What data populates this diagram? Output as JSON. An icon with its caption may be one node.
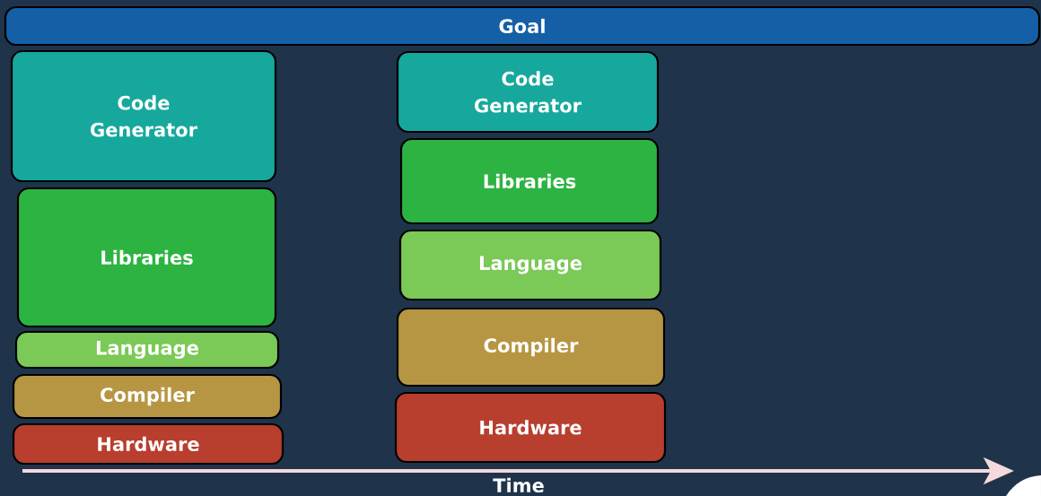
{
  "diagram": {
    "nodes": [
      {
        "text": [
          "Goal"
        ]
      },
      {
        "text": [
          "Code Generator"
        ]
      },
      {
        "text": [
          "Libraries"
        ]
      },
      {
        "text": [
          "Language"
        ]
      },
      {
        "text": [
          "Compiler"
        ]
      },
      {
        "text": [
          "Hardware"
        ]
      },
      {
        "text": [
          "Code Generator"
        ]
      },
      {
        "text": [
          "Libraries"
        ]
      },
      {
        "text": [
          "Language"
        ]
      },
      {
        "text": [
          "Compiler"
        ]
      },
      {
        "text": [
          "Hardware"
        ]
      }
    ],
    "labels": [
      "Time"
    ]
  }
}
